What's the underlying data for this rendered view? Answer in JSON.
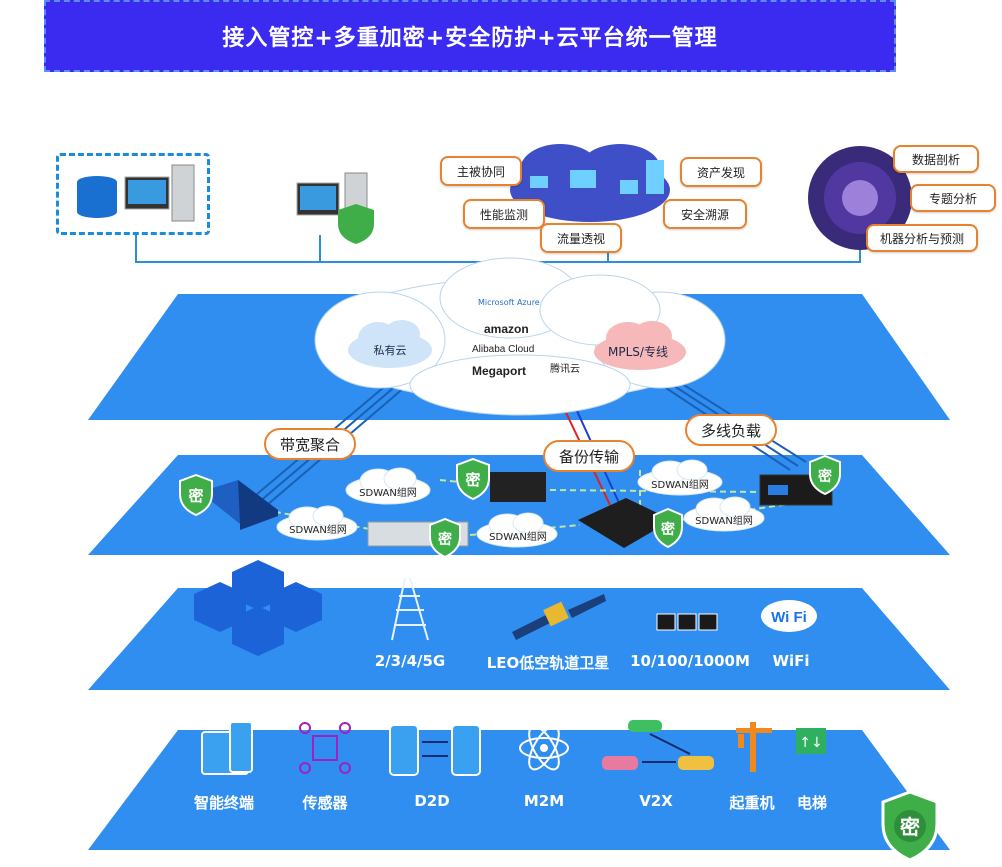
{
  "banner": {
    "title": "接入管控+多重加密+安全防护+云平台统一管理"
  },
  "top_tags": {
    "center": [
      "主被协同",
      "性能监测",
      "流量透视",
      "资产发现",
      "安全溯源"
    ],
    "right": [
      "数据剖析",
      "专题分析",
      "机器分析与预测"
    ]
  },
  "cloud": {
    "private": "私有云",
    "mpls": "MPLS/专线",
    "providers": [
      "Microsoft Azure",
      "amazon",
      "Alibaba Cloud",
      "Megaport",
      "腾讯云"
    ]
  },
  "transport_tags": [
    "带宽聚合",
    "备份传输",
    "多线负载"
  ],
  "sdwan_label": "SDWAN组网",
  "shield_char": "密",
  "access_labels": [
    "2/3/4/5G",
    "LEO低空轨道卫星",
    "10/100/1000M",
    "WiFi"
  ],
  "terminal_labels": [
    "智能终端",
    "传感器",
    "D2D",
    "M2M",
    "V2X",
    "起重机",
    "电梯"
  ],
  "colors": {
    "banner": "#3b2bf0",
    "layer": "#2f8ef0",
    "tag_border": "#e8822e",
    "shield": "#3fae49"
  }
}
